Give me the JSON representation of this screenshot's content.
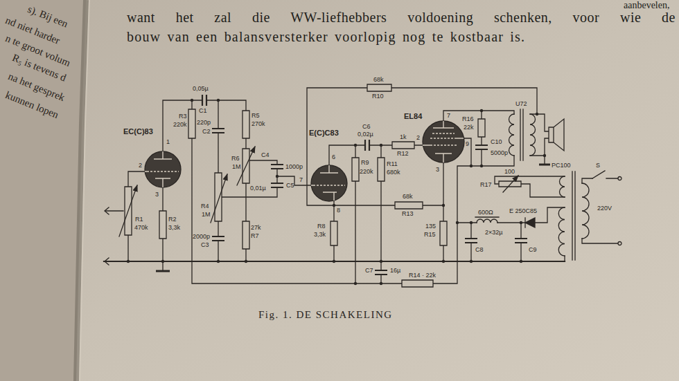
{
  "diagram": {
    "caption": "Fig. 1. DE SCHAKELING",
    "labels": [
      "want het zal die WW-liefhebbers voldoening schenken, voor wie de",
      "bouw van een balansversterker voorlopig nog te kostbaar is.",
      "aanbevelen,",
      "s). Bij een",
      "nd niet harder",
      "n te groot volum",
      "R₅ is tevens d",
      "na het gesprek",
      "kunnen lopen",
      "EC(C)83",
      "1",
      "2",
      "3",
      "R1",
      "470k",
      "R2",
      "3,3k",
      "R3",
      "220k",
      "0,05µ",
      "C1",
      "220p",
      "C2",
      "R5",
      "270k",
      "R6",
      "1M",
      "R4",
      "1M",
      "C4",
      "1000p",
      "0,01µ",
      "C5",
      "2000p",
      "C3",
      "27k",
      "R7",
      "68k",
      "R10",
      "E(C)C83",
      "6",
      "7",
      "8",
      "C6",
      "0,02µ",
      "220k",
      "R9",
      "R11",
      "680k",
      "1k",
      "R12",
      "EL84",
      "7",
      "2",
      "9",
      "3",
      "R16",
      "22k",
      "C10",
      "5000p",
      "U72",
      "68k",
      "R13",
      "R8",
      "3,3k",
      "135",
      "R15",
      "C7",
      "16µ",
      "R14 · 22k",
      "100",
      "R17",
      "PC100",
      "600Ω",
      "2×32µ",
      "E 250C85",
      "C8",
      "C9",
      "S",
      "220V"
    ]
  }
}
